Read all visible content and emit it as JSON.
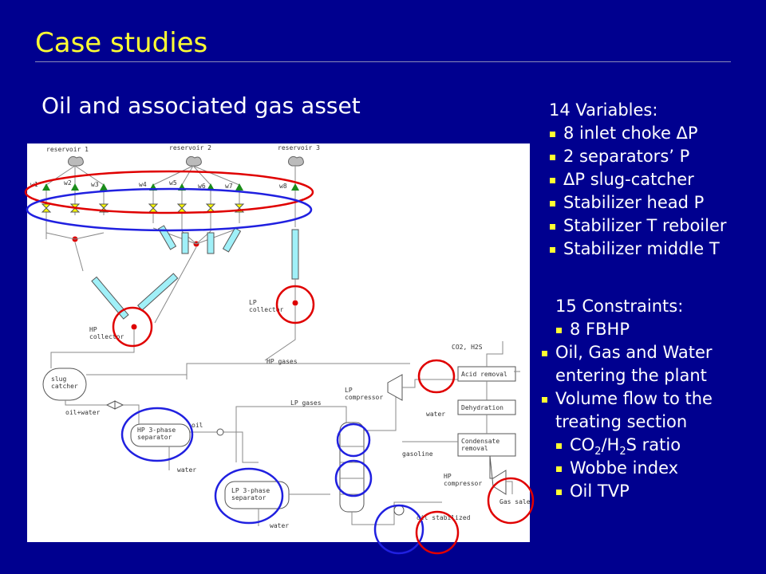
{
  "slide": {
    "title": "Case studies",
    "subtitle": "Oil and associated gas asset"
  },
  "variables": {
    "heading": "14 Variables:",
    "items": [
      "8 inlet choke ΔP",
      "2 separators’ P",
      "ΔP slug-catcher",
      "Stabilizer head P",
      "Stabilizer T reboiler",
      "Stabilizer middle T"
    ]
  },
  "constraints": {
    "heading": "15 Constraints:",
    "item1": "8 FBHP",
    "item2": "Oil, Gas and Water entering the plant",
    "item3": "Volume flow to the treating section",
    "item4_prefix": "CO",
    "item4_sub1": "2",
    "item4_mid": "/H",
    "item4_sub2": "2",
    "item4_suffix": "S ratio",
    "item5": "Wobbe index",
    "item6": "Oil TVP"
  },
  "diagram": {
    "reservoirs": [
      "reservoir 1",
      "reservoir 2",
      "reservoir 3"
    ],
    "wells": [
      "w1",
      "w2",
      "w3",
      "w4",
      "w5",
      "w6",
      "w7",
      "w8"
    ],
    "hp_collector": "HP\ncollector",
    "lp_collector": "LP\ncollector",
    "slug_catcher": "slug\ncatcher",
    "hp_gases": "HP gases",
    "lp_gases": "LP gases",
    "co2_h2s": "CO2, H2S",
    "acid_removal": "Acid removal",
    "dehydration": "Dehydration",
    "condensate_removal": "Condensate\nremoval",
    "lp_compressor": "LP\ncompressor",
    "hp_compressor": "HP\ncompressor",
    "oil_water": "oil+water",
    "hp_separator": "HP 3-phase\nseparator",
    "lp_separator": "LP 3-phase\nseparator",
    "oil": "oil",
    "water": "water",
    "gasoline": "gasoline",
    "gas_sale": "Gas sale",
    "oil_stabilized": "oil stabilized",
    "colors": {
      "well": "#1a8c1a",
      "valve": "#ffff00",
      "node": "#dd0000",
      "pipe": "#a0f0f8",
      "red_ring": "#e00000",
      "blue_ring": "#2020e0"
    }
  }
}
